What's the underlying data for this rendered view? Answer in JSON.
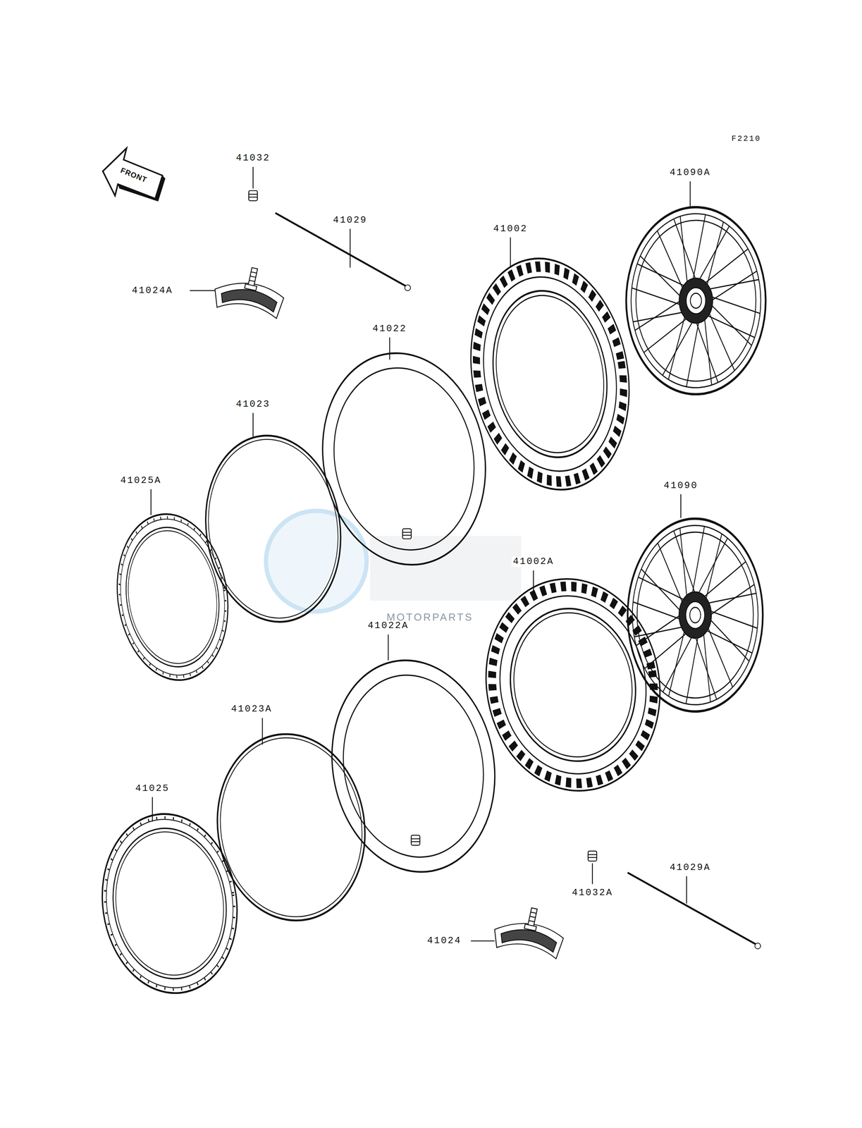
{
  "diagram": {
    "labels": [
      "F2210",
      "FRONT",
      "41032",
      "41029",
      "41024A",
      "41002",
      "41090A",
      "41022",
      "41023",
      "41025A",
      "41090",
      "41002A",
      "41022A",
      "41023A",
      "41025",
      "41032A",
      "41029A",
      "41024",
      "MOTORPARTS"
    ]
  }
}
